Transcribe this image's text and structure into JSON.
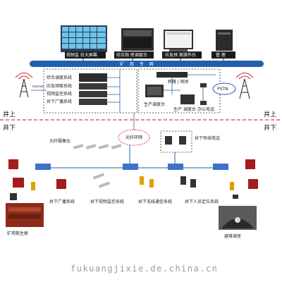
{
  "top": {
    "video_wall_label": "视频监 拉大屏幕",
    "dispatch_label": "综合指 挥调度台",
    "emergency_label": "应急预 案操作台",
    "server_label": "管 理"
  },
  "bar_label": "矿 用 专 网",
  "servers": [
    "综合调度系统",
    "应急预案系统",
    "视频监控系统",
    "井下广播系统"
  ],
  "internet_label": "Internet",
  "gateway_label": "杯路 | 网关",
  "dispatch_desk_label": "生产调度台",
  "prod_desk_label": "生产 调度台",
  "office_phone_label": "办公电话",
  "pstn_label": "PSTN",
  "well_up": "井上",
  "well_down": "井下",
  "ring_label": "光纤环网",
  "fiber_cam_label": "光纤摄像仪",
  "wired_phone_label": "井下有线电话",
  "subsystems": [
    "井下广播系统",
    "井下视频监控系统",
    "井下无线通信系统",
    "井下人员定位系统"
  ],
  "left_bottom_label": "矿用救生舱",
  "right_bottom_label": "避难调室",
  "watermark": "fukuangjixie.de.china.cn",
  "colors": {
    "bar": "#1f5fae",
    "dash": "#e53935",
    "switch": "#3f6fc8",
    "ring": "#e53935"
  }
}
